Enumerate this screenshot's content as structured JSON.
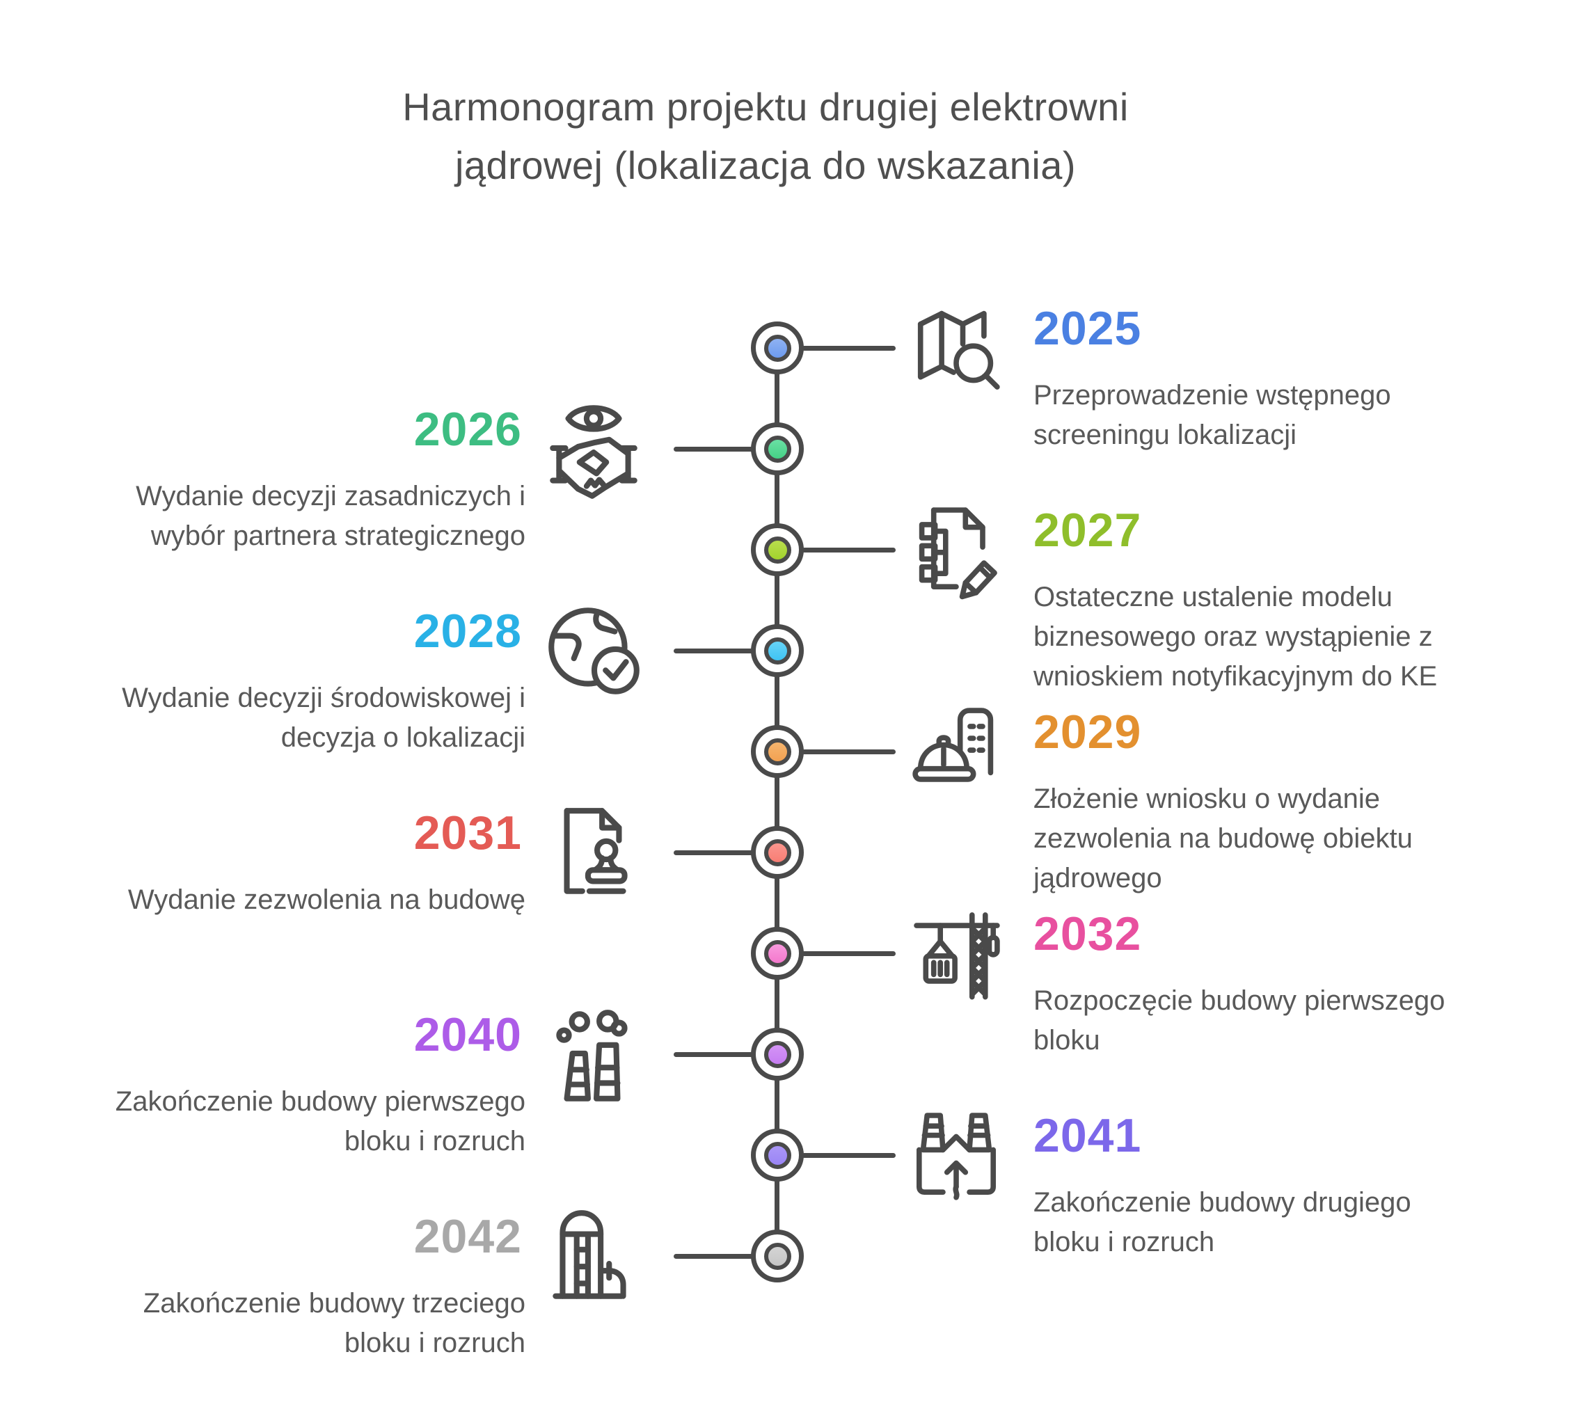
{
  "title": {
    "line1": "Harmonogram projektu drugiej elektrowni",
    "line2": "jądrowej (lokalizacja do wskazania)"
  },
  "colors": {
    "stroke": "#4a4a4a",
    "title_text": "#4f4f4f",
    "description_text": "#595959"
  },
  "entries": [
    {
      "year": "2025",
      "side": "right",
      "year_color": "#4a80e2",
      "node_color_light": "#8fb2f2",
      "node_color": "#6d9bef",
      "icon": "map-search-icon",
      "description": "Przeprowadzenie wstępnego screeningu lokalizacji"
    },
    {
      "year": "2026",
      "side": "left",
      "year_color": "#3dbd82",
      "node_color_light": "#6ae0a4",
      "node_color": "#45d186",
      "icon": "eye-handshake-icon",
      "description": "Wydanie decyzji zasadniczych i wybór partnera strategicznego"
    },
    {
      "year": "2027",
      "side": "right",
      "year_color": "#8fbe2b",
      "node_color_light": "#b9dd4e",
      "node_color": "#a2d32c",
      "icon": "document-edit-icon",
      "description": "Ostateczne ustalenie modelu biznesowego oraz wystąpienie z wnioskiem notyfikacyjnym do KE"
    },
    {
      "year": "2028",
      "side": "left",
      "year_color": "#29b1e6",
      "node_color_light": "#67d3f7",
      "node_color": "#3fc4f3",
      "icon": "globe-check-icon",
      "description": "Wydanie decyzji środowiskowej i decyzja o lokalizacji"
    },
    {
      "year": "2029",
      "side": "right",
      "year_color": "#e3902f",
      "node_color_light": "#f6b56e",
      "node_color": "#f2a151",
      "icon": "hardhat-building-icon",
      "description": "Złożenie wniosku o wydanie zezwolenia na budowę obiektu jądrowego"
    },
    {
      "year": "2031",
      "side": "left",
      "year_color": "#e45b55",
      "node_color_light": "#fa968e",
      "node_color": "#f87d74",
      "icon": "document-stamp-icon",
      "description": "Wydanie zezwolenia na budowę"
    },
    {
      "year": "2032",
      "side": "right",
      "year_color": "#e8509f",
      "node_color_light": "#f99ade",
      "node_color": "#f478cc",
      "icon": "crane-icon",
      "description": "Rozpoczęcie budowy pierwszego bloku"
    },
    {
      "year": "2040",
      "side": "left",
      "year_color": "#ad5ce8",
      "node_color_light": "#d494f6",
      "node_color": "#c67df2",
      "icon": "chimneys-smoke-icon",
      "description": "Zakończenie budowy pierwszego bloku i rozruch"
    },
    {
      "year": "2041",
      "side": "right",
      "year_color": "#7c68ea",
      "node_color_light": "#ab97f8",
      "node_color": "#9a85f5",
      "icon": "power-plant-arrow-icon",
      "description": "Zakończenie budowy drugiego bloku i rozruch"
    },
    {
      "year": "2042",
      "side": "left",
      "year_color": "#a8a8a8",
      "node_color_light": "#d4d4d4",
      "node_color": "#c6c6c6",
      "icon": "silo-pipe-icon",
      "description": "Zakończenie budowy trzeciego bloku i rozruch"
    }
  ]
}
